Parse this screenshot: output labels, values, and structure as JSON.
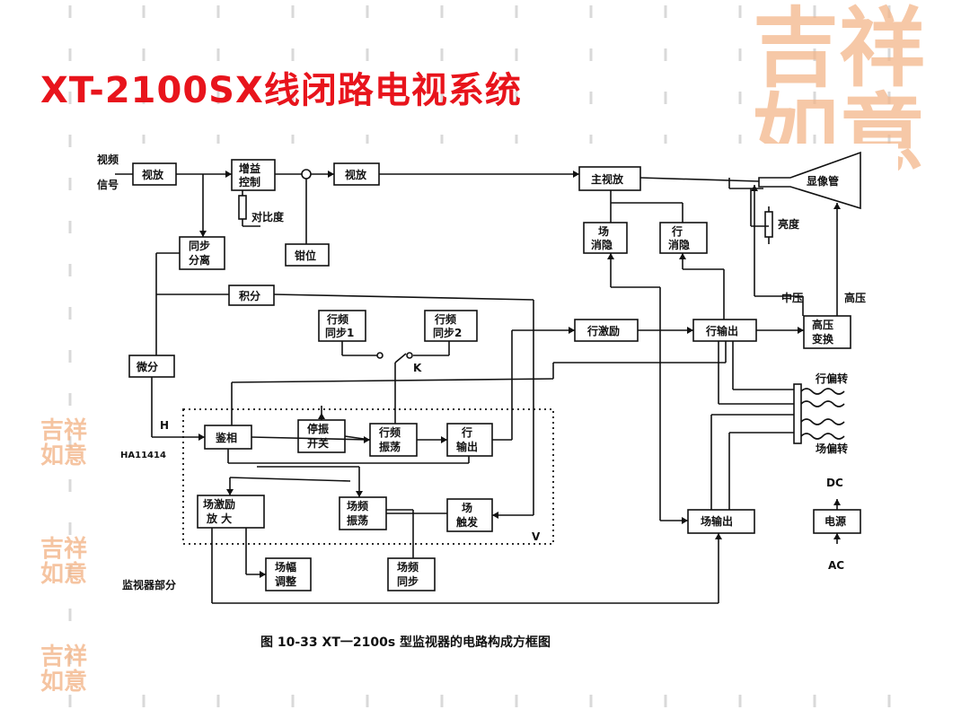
{
  "slide": {
    "title": "XT-2100SX线闭路电视系统"
  },
  "watermarks": {
    "big": "吉祥如意",
    "small": "吉祥如意"
  },
  "diagram": {
    "input_label_line1": "视频",
    "input_label_line2": "信号",
    "blocks": {
      "video_amp1": "视放",
      "gain_line1": "增益",
      "gain_line2": "控制",
      "video_amp2": "视放",
      "main_video_amp": "主视放",
      "crt": "显像管",
      "sync_sep_line1": "同步",
      "sync_sep_line2": "分离",
      "clamp": "钳位",
      "field_blank_line1": "场",
      "field_blank_line2": "消隐",
      "line_blank_line1": "行",
      "line_blank_line2": "消隐",
      "integrator": "积分",
      "line_sync1_line1": "行频",
      "line_sync1_line2": "同步1",
      "line_sync2_line1": "行频",
      "line_sync2_line2": "同步2",
      "line_drive": "行激励",
      "line_output": "行输出",
      "hv_line1": "高压",
      "hv_line2": "变换",
      "differentiator": "微分",
      "phase_detector": "鉴相",
      "stop_osc_line1": "停振",
      "stop_osc_line2": "开关",
      "line_osc_line1": "行频",
      "line_osc_line2": "振荡",
      "line_out_small_line1": "行",
      "line_out_small_line2": "输出",
      "field_drive_line1": "场激励",
      "field_drive_line2": "放 大",
      "field_osc_line1": "场频",
      "field_osc_line2": "振荡",
      "field_trigger_line1": "场",
      "field_trigger_line2": "触发",
      "field_output": "场输出",
      "power": "电源",
      "field_amp_line1": "场幅",
      "field_amp_line2": "调整",
      "field_sync_line1": "场频",
      "field_sync_line2": "同步"
    },
    "labels": {
      "contrast": "对比度",
      "brightness": "亮度",
      "mid_voltage": "中压",
      "high_voltage": "高压",
      "switch_k": "K",
      "h_label": "H",
      "v_label": "V",
      "ic": "HA11414",
      "h_deflection": "行偏转",
      "v_deflection": "场偏转",
      "dc": "DC",
      "ac": "AC",
      "monitor_part": "监视器部分"
    },
    "caption": "图 10-33   XT一2100s 型监视器的电路构成方框图"
  }
}
